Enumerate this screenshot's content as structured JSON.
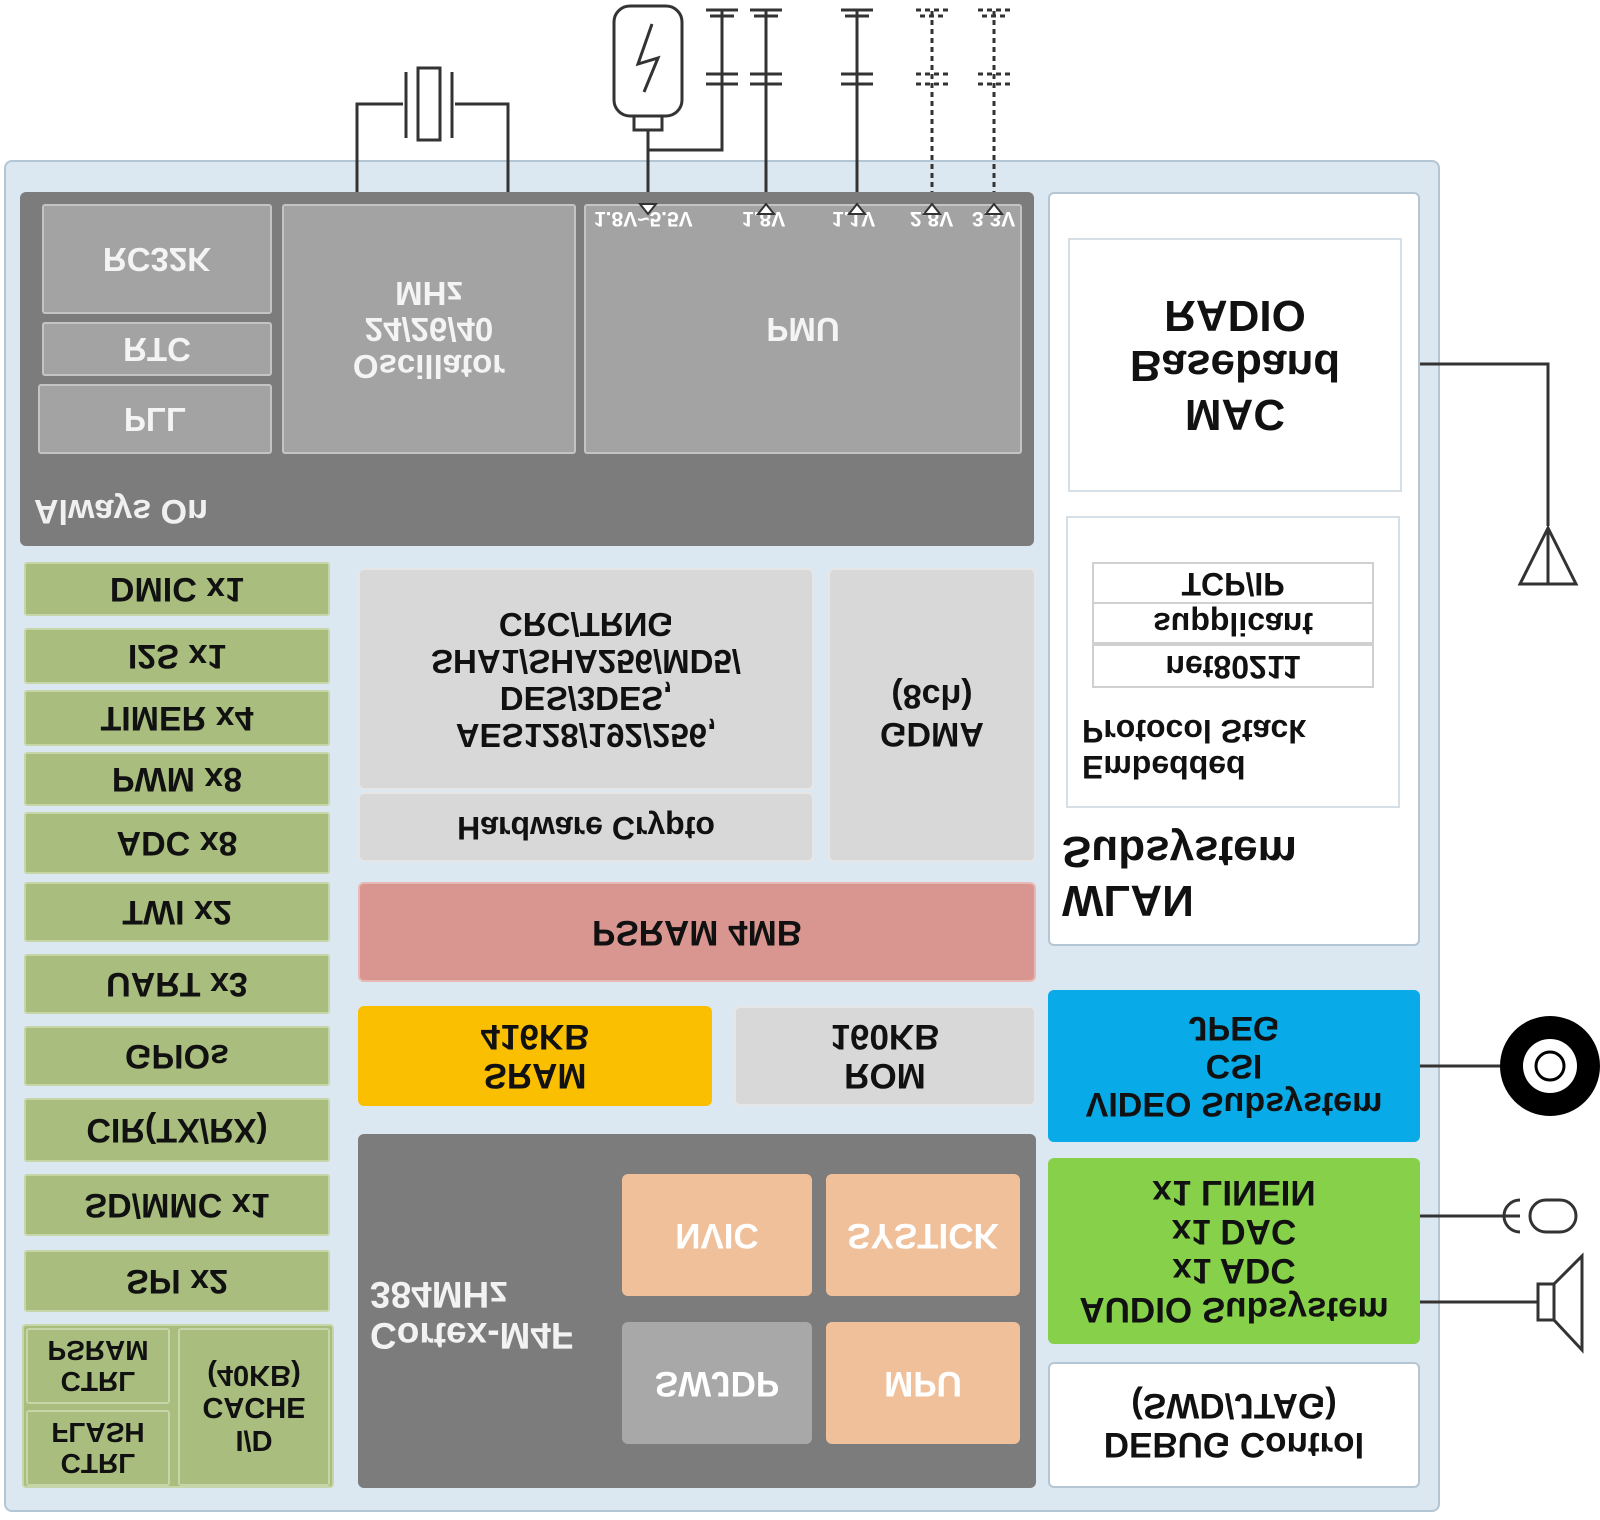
{
  "colors": {
    "board": "#dce8f1",
    "always_on": "#7c7c7c",
    "always_on_item": "#a3a3a3",
    "peripheral": "#a8bd7e",
    "light_gray": "#d8d8d8",
    "psram": "#d99590",
    "sram": "#f9bf00",
    "cpu": "#7c7c7c",
    "core_orange": "#f0c09a",
    "swdp": "#a8a8a8",
    "video": "#08aae8",
    "audio": "#86d04a",
    "white": "#ffffff"
  },
  "always_on": {
    "label": "Always On",
    "rc32k": "RC32K",
    "rtc": "RTC",
    "pll": "PLL",
    "oscillator": [
      "MHz",
      "24/26/40",
      "Oscillator"
    ],
    "pmu": "PMU",
    "pmu_pins": [
      "1.8V~5.5V",
      "1.8V",
      "1.1V",
      "2.8V",
      "3.3V"
    ]
  },
  "peripherals": [
    "DMIC x1",
    "I2S x1",
    "TIMER x4",
    "PWM x8",
    "ADC x8",
    "TWI x2",
    "UART x3",
    "GPIOs",
    "CIR(TX/RX)",
    "SD/MMC x1",
    "SPI x2"
  ],
  "flash_ctrl": [
    "FLASH",
    "CTRL"
  ],
  "psram_ctrl": [
    "PSRAM",
    "CTRL"
  ],
  "cache": [
    "(40KB)",
    "CACHE",
    "I/D"
  ],
  "crypto": {
    "lines": [
      "CRC/TRNG",
      "SHA1/SHA256/MD5/",
      "DES/3DES,",
      "AES128/192/256,"
    ],
    "label": "Hardware Crypto"
  },
  "gdma": [
    "(8ch)",
    "GDMA"
  ],
  "psram": "PSRAM 4MB",
  "sram": [
    "416KB",
    "SRAM"
  ],
  "rom": [
    "160KB",
    "ROM"
  ],
  "cpu": {
    "label": [
      "384MHz",
      "Cortex-M4F"
    ],
    "nvic": "NVIC",
    "systick": "SYSTICK",
    "swdp": "SWJDP",
    "mpu": "MPU"
  },
  "wlan": {
    "radio": [
      "RADIO",
      "Baseband",
      "MAC"
    ],
    "stack_layers": [
      "TCP/IP",
      "supplicant",
      "net80211"
    ],
    "stack_label": [
      "Protocol Stack",
      "Embedded"
    ],
    "title": [
      "Subsystem",
      "WLAN"
    ]
  },
  "video": [
    "JPEG",
    "CSI",
    "VIDEO Subsystem"
  ],
  "audio": [
    "x1 LINEIN",
    "x1 DAC",
    "x1 ADC",
    "AUDIO Subsystem"
  ],
  "debug": [
    "(SWD/JTAG)",
    "DEBUG Control"
  ]
}
